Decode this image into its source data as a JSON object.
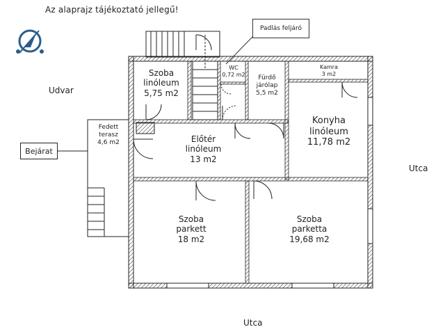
{
  "title": "Az alaprajz tájékoztató jellegű!",
  "labels": {
    "loft": "Padlás feljáró",
    "yard": "Udvar",
    "street_right": "Utca",
    "street_bottom": "Utca",
    "entrance": "Bejárat"
  },
  "rooms": {
    "szoba_small": {
      "name": "Szoba",
      "floor": "linóleum",
      "area": "5,75 m2"
    },
    "wc": {
      "name": "WC",
      "area": "0,72 m2"
    },
    "furdo": {
      "name": "Fürdő",
      "floor": "járólap",
      "area": "5,5 m2"
    },
    "kamra": {
      "name": "Kamra",
      "area": "3 m2"
    },
    "konyha": {
      "name": "Konyha",
      "floor": "linóleum",
      "area": "11,78 m2"
    },
    "eloter": {
      "name": "Előtér",
      "floor": "linóleum",
      "area": "13 m2"
    },
    "terasz": {
      "name": "Fedett",
      "name2": "terasz",
      "area": "4,6 m2"
    },
    "szoba_left": {
      "name": "Szoba",
      "floor": "parkett",
      "area": "18 m2"
    },
    "szoba_right": {
      "name": "Szoba",
      "floor": "parketta",
      "area": "19,68 m2"
    }
  },
  "icons": {
    "compass": "compass-icon"
  },
  "colors": {
    "wall": "#222222",
    "hatch": "#444444",
    "compass": "#2a5d8a"
  }
}
